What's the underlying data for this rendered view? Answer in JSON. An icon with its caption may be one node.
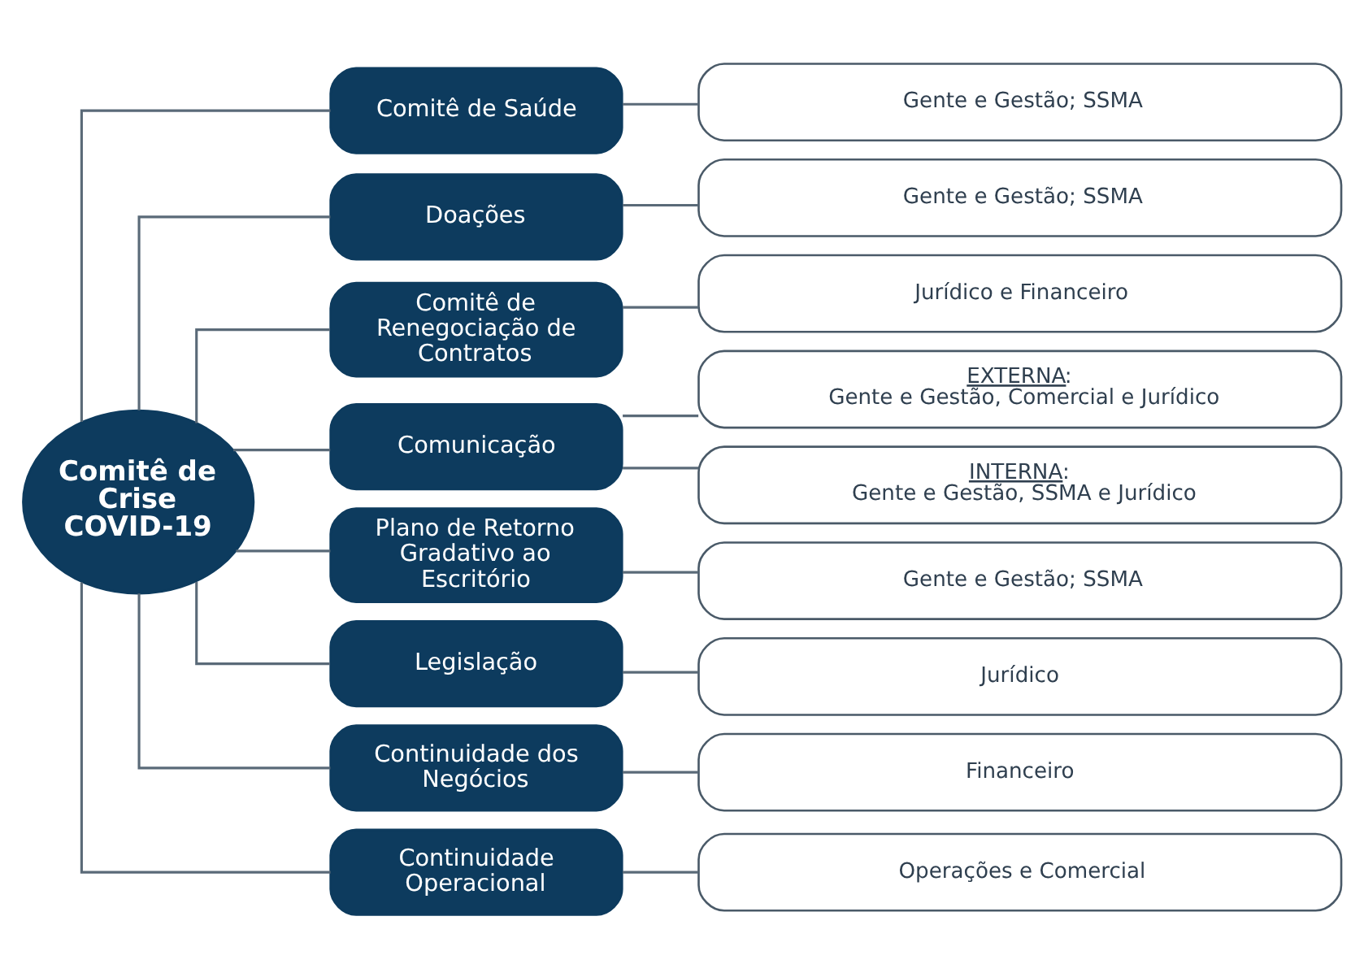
{
  "diagram": {
    "nodes": [
      {
        "text": [
          "Comitê de Crise",
          "COVID-19"
        ]
      },
      {
        "text": [
          "Comitê de Saúde"
        ]
      },
      {
        "text": [
          "Gente e Gestão; SSMA"
        ]
      },
      {
        "text": [
          "Doações"
        ]
      },
      {
        "text": [
          "Gente e Gestão; SSMA"
        ]
      },
      {
        "text": [
          "Comitê de Renegociação de Contratos"
        ]
      },
      {
        "text": [
          "Jurídico e Financeiro"
        ]
      },
      {
        "text": [
          "Comunicação"
        ]
      },
      {
        "text": [
          "EXTERNA:",
          "Gente e Gestão, Comercial e Jurídico"
        ]
      },
      {
        "text": [
          "INTERNA:",
          "Gente e Gestão, SSMA e Jurídico"
        ]
      },
      {
        "text": [
          "Plano de Retorno Gradativo ao Escritório"
        ]
      },
      {
        "text": [
          "Gente e Gestão; SSMA"
        ]
      },
      {
        "text": [
          "Legislação"
        ]
      },
      {
        "text": [
          "Jurídico"
        ]
      },
      {
        "text": [
          "Continuidade dos Negócios"
        ]
      },
      {
        "text": [
          "Financeiro"
        ]
      },
      {
        "text": [
          "Continuidade Operacional"
        ]
      },
      {
        "text": [
          "Operações e Comercial"
        ]
      }
    ],
    "edges": [
      {
        "from": 0,
        "to": 1,
        "arrow": "none"
      },
      {
        "from": 0,
        "to": 3,
        "arrow": "none"
      },
      {
        "from": 0,
        "to": 5,
        "arrow": "none"
      },
      {
        "from": 0,
        "to": 7,
        "arrow": "none"
      },
      {
        "from": 0,
        "to": 10,
        "arrow": "none"
      },
      {
        "from": 0,
        "to": 12,
        "arrow": "none"
      },
      {
        "from": 0,
        "to": 14,
        "arrow": "none"
      },
      {
        "from": 0,
        "to": 16,
        "arrow": "none"
      },
      {
        "from": 1,
        "to": 2,
        "arrow": "none"
      },
      {
        "from": 3,
        "to": 4,
        "arrow": "none"
      },
      {
        "from": 5,
        "to": 6,
        "arrow": "none"
      },
      {
        "from": 7,
        "to": 8,
        "arrow": "none"
      },
      {
        "from": 7,
        "to": 9,
        "arrow": "none"
      },
      {
        "from": 10,
        "to": 11,
        "arrow": "none"
      },
      {
        "from": 12,
        "to": 13,
        "arrow": "none"
      },
      {
        "from": 14,
        "to": 15,
        "arrow": "none"
      },
      {
        "from": 16,
        "to": 17,
        "arrow": "none"
      }
    ]
  }
}
